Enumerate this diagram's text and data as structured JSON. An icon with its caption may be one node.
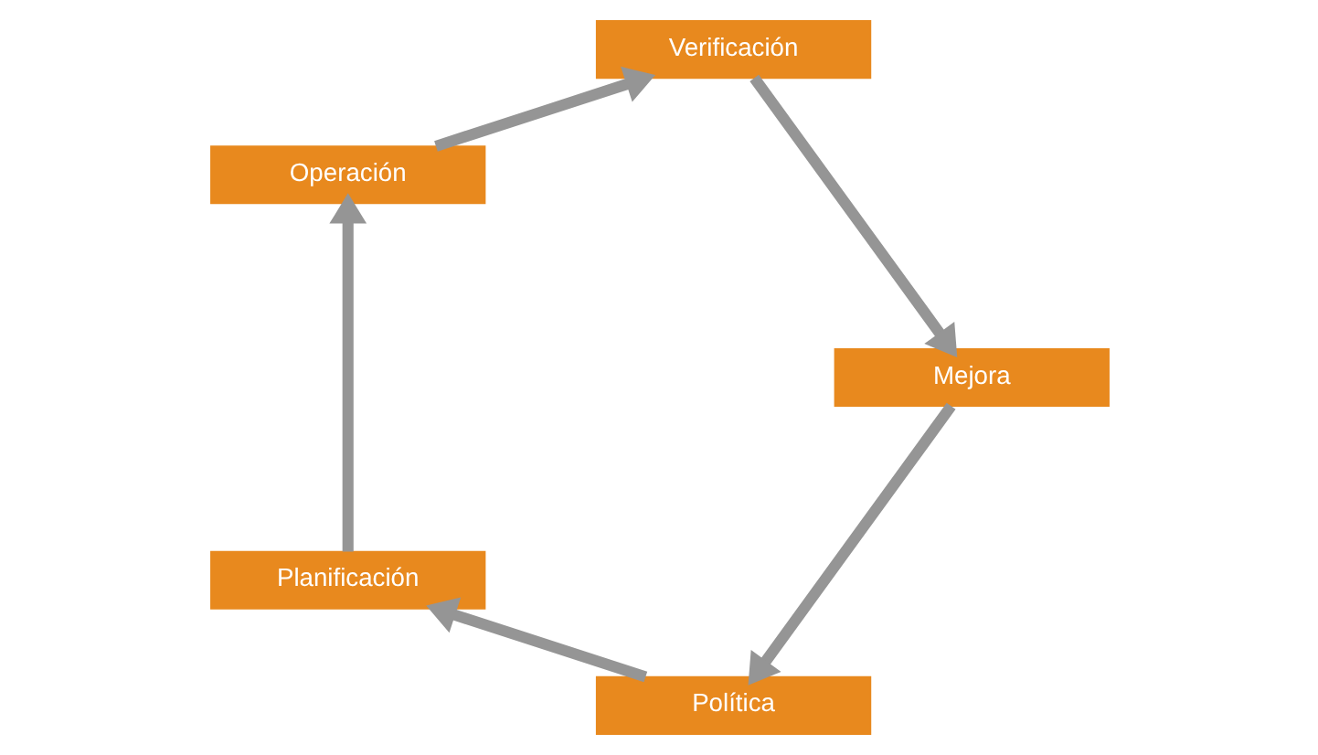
{
  "diagram": {
    "nodes": [
      {
        "text": [
          "Política"
        ]
      },
      {
        "text": [
          "Planificación"
        ]
      },
      {
        "text": [
          "Operación"
        ]
      },
      {
        "text": [
          "Verificación"
        ]
      },
      {
        "text": [
          "Mejora"
        ]
      }
    ],
    "edges": [
      {
        "from": 0,
        "to": 1,
        "arrow": "to"
      },
      {
        "from": 1,
        "to": 2,
        "arrow": "to"
      },
      {
        "from": 2,
        "to": 3,
        "arrow": "to"
      },
      {
        "from": 3,
        "to": 4,
        "arrow": "to"
      },
      {
        "from": 4,
        "to": 0,
        "arrow": "to"
      }
    ]
  }
}
